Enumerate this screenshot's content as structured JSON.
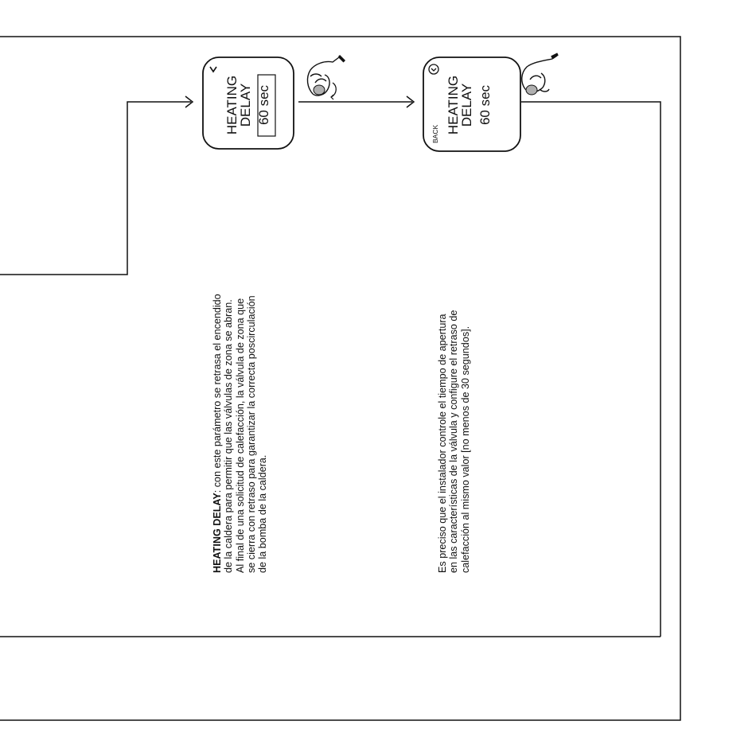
{
  "display1": {
    "title_lines": [
      "HEATING",
      "DELAY"
    ],
    "value": "60 sec"
  },
  "display2": {
    "back_label": "BACK",
    "title_lines": [
      "HEATING",
      "DELAY"
    ],
    "value": "60 sec"
  },
  "description": {
    "term": "HEATING DELAY",
    "first_line_rest": ": con este parámetro se retrasa el encendido",
    "lines": [
      "de la caldera para permitir que las válvulas de zona se abran.",
      "Al final de una solicitud de calefacción, la válvula de zona que",
      "se cierra con retraso para garantizar la correcta poscirculación",
      "de la bomba de la caldera."
    ]
  },
  "note": {
    "lines": [
      "Es preciso que el instalador controle el tiempo de apertura",
      "en las características de la válvula y configure el retraso de",
      "calefacción al mismo valor [no menos de 30 segundos]."
    ]
  }
}
